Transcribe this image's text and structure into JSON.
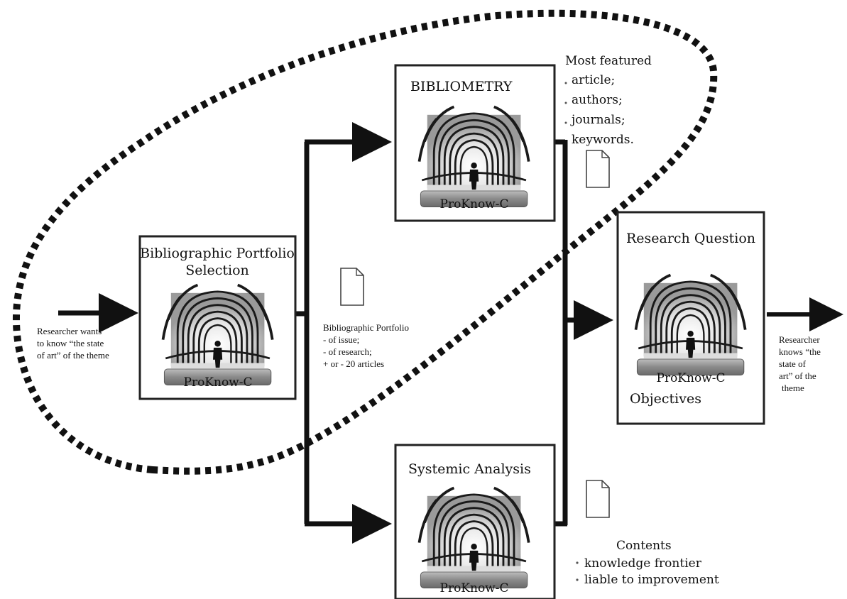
{
  "input": {
    "lines": [
      "Researcher wants",
      "to know “the state",
      "of art” of the theme"
    ]
  },
  "boxes": {
    "selection": {
      "title_lines": [
        "Bibliographic Portfolio",
        "Selection"
      ],
      "tool": "ProKnow-C"
    },
    "bibliometry": {
      "title": "BIBLIOMETRY",
      "tool": "ProKnow-C"
    },
    "systemic": {
      "title": "Systemic Analysis",
      "tool": "ProKnow-C"
    },
    "research": {
      "title": "Research Question",
      "tool": "ProKnow-C",
      "footer": "Objectives"
    }
  },
  "portfolio_note": {
    "lines": [
      "Bibliographic Portfolio",
      "- of issue;",
      "- of research;",
      "+ or - 20 articles"
    ]
  },
  "bibliometry_note": {
    "heading": "Most featured",
    "items": [
      "article;",
      "authors;",
      "journals;",
      "keywords."
    ]
  },
  "contents_note": {
    "heading": "Contents",
    "items": [
      "knowledge frontier",
      "liable to improvement"
    ]
  },
  "output": {
    "lines": [
      "Researcher",
      "knows “the",
      "state of",
      "art” of the",
      "theme"
    ]
  },
  "colors": {
    "ink": "#111111",
    "plate": "#8a8a8a",
    "arch": "#1a1a1a"
  },
  "icons": [
    "document-icon",
    "arrow-icon",
    "arch-icon",
    "person-icon"
  ]
}
